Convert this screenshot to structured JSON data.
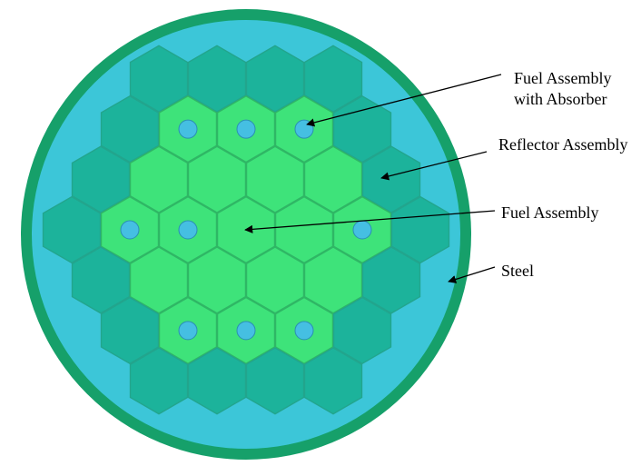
{
  "colors": {
    "background": "#ffffff",
    "steel": "#16a06a",
    "coolant": "#3cc6d8",
    "reflector": "#1cb39b",
    "reflector_edge": "#22a58d",
    "fuel": "#3ee37a",
    "fuel_edge": "#2fb765",
    "absorber": "#45bfe2",
    "absorber_edge": "#2b8fb2"
  },
  "legend": {
    "absorber_label_line1": "Fuel Assembly",
    "absorber_label_line2": "with Absorber",
    "reflector_label": "Reflector Assembly",
    "fuel_label": "Fuel Assembly",
    "steel_label": "Steel"
  },
  "core_layout": {
    "description_rows": [
      [
        "R",
        "R",
        "R",
        "R"
      ],
      [
        "R",
        "A",
        "A",
        "A",
        "R"
      ],
      [
        "R",
        "F",
        "F",
        "F",
        "F",
        "R"
      ],
      [
        "R",
        "A",
        "A",
        "F",
        "F",
        "A",
        "R"
      ],
      [
        "R",
        "F",
        "F",
        "F",
        "F",
        "R"
      ],
      [
        "R",
        "A",
        "A",
        "A",
        "R"
      ],
      [
        "R",
        "R",
        "R",
        "R"
      ]
    ],
    "legend_codes": {
      "R": "reflector",
      "F": "fuel",
      "A": "fuel-with-absorber"
    }
  }
}
